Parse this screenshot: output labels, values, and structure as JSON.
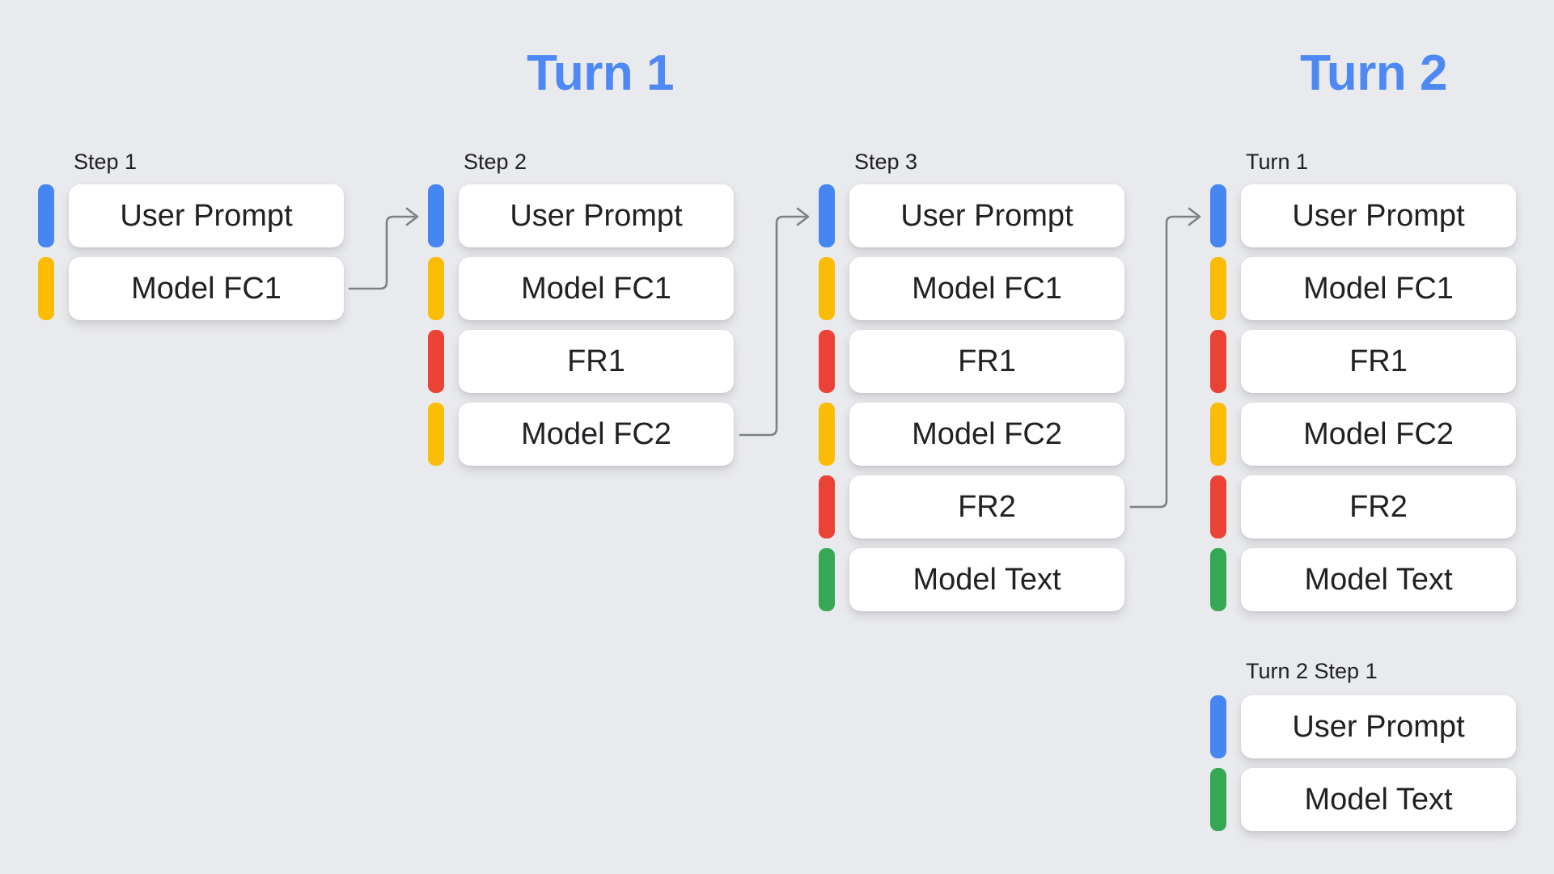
{
  "headers": {
    "turn1": "Turn 1",
    "turn2": "Turn 2"
  },
  "colors": {
    "background": "#E9EAED",
    "header_blue": "#4D88F4",
    "arrow": "#7E8184",
    "card_background": "#FFFFFF",
    "card_text": "#202124",
    "label_text": "#202124",
    "user_prompt": "#4686F3",
    "model_fc": "#FBBC05",
    "function_response": "#EA4335",
    "model_text": "#34A853"
  },
  "columns": [
    {
      "label": "Step 1",
      "cards": [
        {
          "label": "User Prompt",
          "color": "user_prompt"
        },
        {
          "label": "Model FC1",
          "color": "model_fc"
        }
      ]
    },
    {
      "label": "Step 2",
      "cards": [
        {
          "label": "User Prompt",
          "color": "user_prompt"
        },
        {
          "label": "Model FC1",
          "color": "model_fc"
        },
        {
          "label": "FR1",
          "color": "function_response"
        },
        {
          "label": "Model FC2",
          "color": "model_fc"
        }
      ]
    },
    {
      "label": "Step 3",
      "cards": [
        {
          "label": "User Prompt",
          "color": "user_prompt"
        },
        {
          "label": "Model FC1",
          "color": "model_fc"
        },
        {
          "label": "FR1",
          "color": "function_response"
        },
        {
          "label": "Model FC2",
          "color": "model_fc"
        },
        {
          "label": "FR2",
          "color": "function_response"
        },
        {
          "label": "Model Text",
          "color": "model_text"
        }
      ]
    },
    {
      "label": "Turn 1",
      "cards": [
        {
          "label": "User Prompt",
          "color": "user_prompt"
        },
        {
          "label": "Model FC1",
          "color": "model_fc"
        },
        {
          "label": "FR1",
          "color": "function_response"
        },
        {
          "label": "Model FC2",
          "color": "model_fc"
        },
        {
          "label": "FR2",
          "color": "function_response"
        },
        {
          "label": "Model Text",
          "color": "model_text"
        }
      ]
    },
    {
      "label": "Turn 2 Step 1",
      "cards": [
        {
          "label": "User Prompt",
          "color": "user_prompt"
        },
        {
          "label": "Model Text",
          "color": "model_text"
        }
      ]
    }
  ],
  "arrows": [
    {
      "from": "Step 1 / Model FC1",
      "to": "Step 2 / User Prompt"
    },
    {
      "from": "Step 2 / Model FC2",
      "to": "Step 3 / User Prompt"
    },
    {
      "from": "Step 3 / FR2",
      "to": "Turn 1 / User Prompt"
    }
  ]
}
